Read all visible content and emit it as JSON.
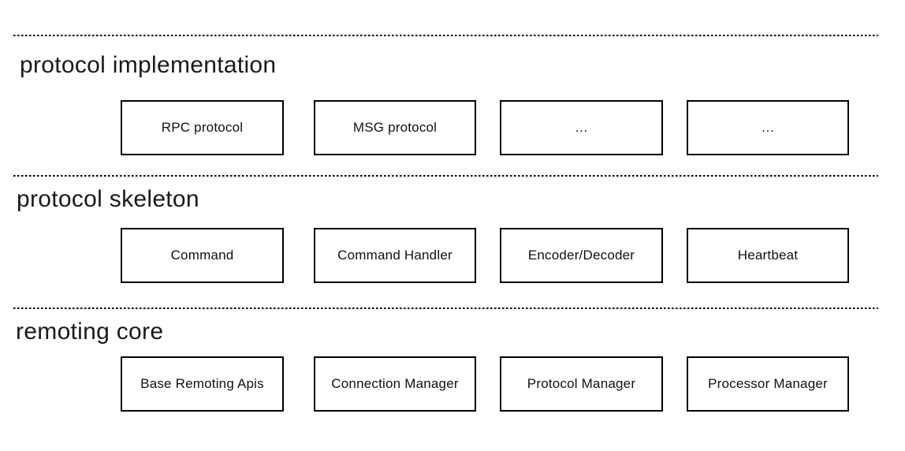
{
  "diagram": {
    "layers": [
      {
        "title": "protocol implementation",
        "boxes": [
          "RPC protocol",
          "MSG protocol",
          "…",
          "…"
        ]
      },
      {
        "title": "protocol skeleton",
        "boxes": [
          "Command",
          "Command Handler",
          "Encoder/Decoder",
          "Heartbeat"
        ]
      },
      {
        "title": "remoting core",
        "boxes": [
          "Base Remoting Apis",
          "Connection Manager",
          "Protocol Manager",
          "Processor Manager"
        ]
      }
    ],
    "colors": {
      "line": "#000000",
      "box_border": "#000000",
      "text": "#1a1a1a",
      "background": "#ffffff"
    }
  }
}
